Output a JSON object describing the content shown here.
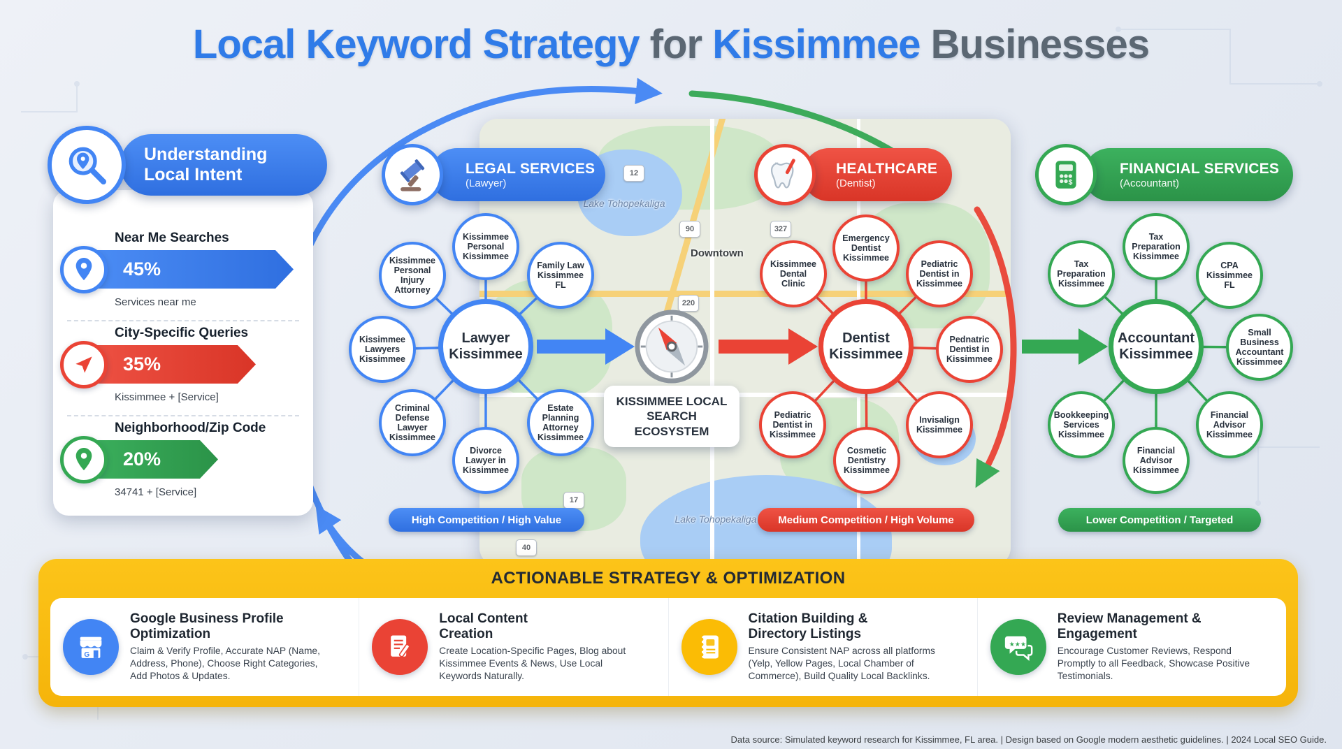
{
  "title": {
    "part1": "Local Keyword Strategy",
    "part2": "for",
    "part3": "Kissimmee",
    "part4": "Businesses"
  },
  "colors": {
    "blue": "#4285F4",
    "red": "#EA4335",
    "green": "#34A853",
    "yellow": "#FBBC05"
  },
  "intent_panel": {
    "title": "Understanding Local Intent",
    "icon": "magnifier-pin-icon",
    "items": [
      {
        "label": "Near Me Searches",
        "value": "45%",
        "example": "Services near me",
        "color": "#4285F4",
        "icon": "map-pin-icon"
      },
      {
        "label": "City-Specific Queries",
        "value": "35%",
        "example": "Kissimmee + [Service]",
        "color": "#EA4335",
        "icon": "navigation-icon"
      },
      {
        "label": "Neighborhood/Zip Code",
        "value": "20%",
        "example": "34741 + [Service]",
        "color": "#34A853",
        "icon": "location-pin-icon"
      }
    ]
  },
  "center": {
    "icon": "compass-icon",
    "label": "KISSIMMEE LOCAL SEARCH ECOSYSTEM"
  },
  "clusters": {
    "legal": {
      "header": "LEGAL SERVICES",
      "subheader": "(Lawyer)",
      "icon": "gavel-icon",
      "color": "#4285F4",
      "hub": "Lawyer Kissimmee",
      "nodes": [
        "Kissimmee Personal Injury Attorney",
        "Kissimmee Personal Kissimmee",
        "Family Law Kissimmee FL",
        "Kissimmee Lawyers Kissimmee",
        "Criminal Defense Lawyer Kissimmee",
        "Divorce Lawyer in Kissimmee",
        "Estate Planning Attorney Kissimmee"
      ],
      "badge": "High Competition / High Value"
    },
    "healthcare": {
      "header": "HEALTHCARE",
      "subheader": "(Dentist)",
      "icon": "tooth-icon",
      "color": "#EA4335",
      "hub": "Dentist Kissimmee",
      "nodes": [
        "Kissimmee Dental Clinic",
        "Emergency Dentist Kissimmee",
        "Pediatric Dentist in Kissimmee",
        "Pednatric Dentist in Kissimmee",
        "Invisalign Kissimmee",
        "Cosmetic Dentistry Kissimmee",
        "Pediatric Dentist in Kissimmee"
      ],
      "badge": "Medium Competition / High Volume"
    },
    "financial": {
      "header": "FINANCIAL SERVICES",
      "subheader": "(Accountant)",
      "icon": "calculator-icon",
      "color": "#34A853",
      "hub": "Accountant Kissimmee",
      "nodes": [
        "Tax Preparation Kissimmee",
        "Tax Preparation Kissimmee",
        "CPA Kissimmee FL",
        "Small Business Accountant Kissimmee",
        "Financial Advisor Kissimmee",
        "Financial Advisor Kissimmee",
        "Bookkeeping Services Kissimmee"
      ],
      "badge": "Lower Competition / Targeted"
    }
  },
  "map": {
    "downtown": "Downtown",
    "lake1": "Lake Tohopekaliga",
    "lake2": "Lake Tohopekaliga",
    "shields": [
      "12",
      "90",
      "327",
      "220",
      "17",
      "40"
    ]
  },
  "strategy": {
    "title": "ACTIONABLE STRATEGY & OPTIMIZATION",
    "items": [
      {
        "title": "Google Business Profile Optimization",
        "icon": "storefront-icon",
        "color": "#4285F4",
        "desc": "Claim & Verify Profile, Accurate NAP (Name, Address, Phone), Choose Right Categories, Add Photos & Updates."
      },
      {
        "title": "Local Content Creation",
        "icon": "content-icon",
        "color": "#EA4335",
        "desc": "Create Location-Specific Pages, Blog about Kissimmee Events & News, Use Local Keywords Naturally."
      },
      {
        "title": "Citation Building & Directory Listings",
        "icon": "directory-icon",
        "color": "#FBBC05",
        "desc": "Ensure Consistent NAP across all platforms (Yelp, Yellow Pages, Local Chamber of Commerce), Build Quality Local Backlinks."
      },
      {
        "title": "Review Management & Engagement",
        "icon": "reviews-icon",
        "color": "#34A853",
        "desc": "Encourage Customer Reviews, Respond Promptly to all Feedback, Showcase Positive Testimonials."
      }
    ]
  },
  "footer": "Data source: Simulated keyword research for Kissimmee, FL area. | Design based on Google modern aesthetic guidelines. | 2024 Local SEO Guide."
}
